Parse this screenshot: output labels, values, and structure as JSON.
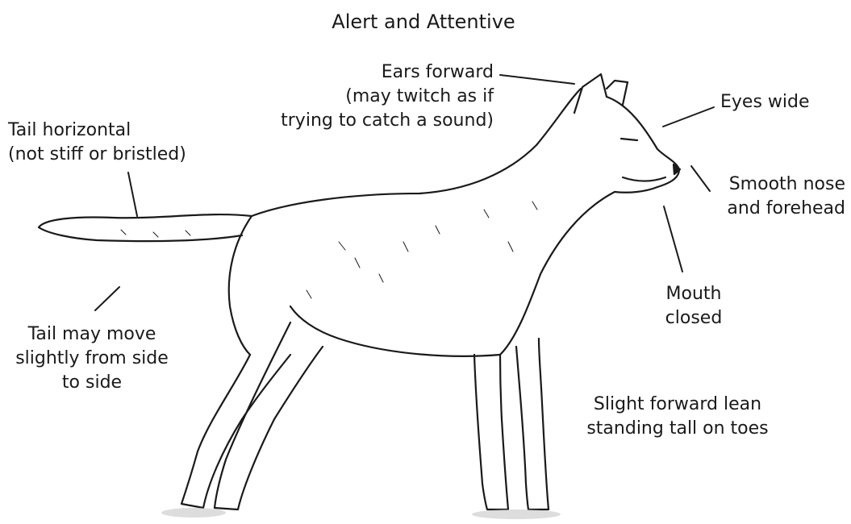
{
  "diagram": {
    "title": "Alert and Attentive",
    "labels": {
      "ears": [
        "Ears forward",
        "(may twitch as if",
        "trying to catch a sound)"
      ],
      "eyes": [
        "Eyes wide"
      ],
      "nose": [
        "Smooth nose",
        "and forehead"
      ],
      "tail": [
        "Tail horizontal",
        "(not stiff or bristled)"
      ],
      "mouth": [
        "Mouth",
        "closed"
      ],
      "tail_move": [
        "Tail may move",
        "slightly from side",
        "to side"
      ],
      "lean": [
        "Slight forward lean",
        "standing tall on toes"
      ]
    }
  },
  "colors": {
    "ink": "#1a1a1a",
    "background": "#ffffff"
  }
}
